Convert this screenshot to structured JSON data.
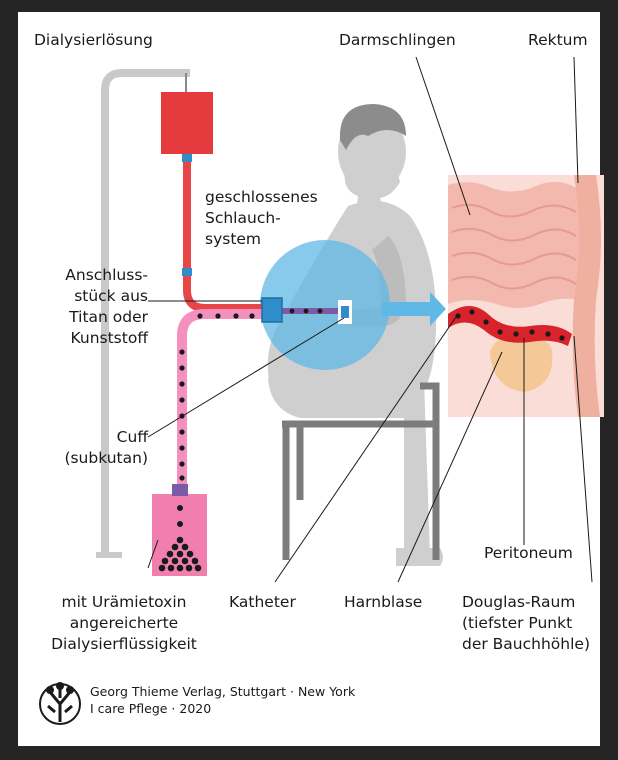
{
  "labels": {
    "dialysate": "Dialysierlösung",
    "bowel_loops": "Darmschlingen",
    "rectum": "Rektum",
    "tubing": [
      "geschlossenes",
      "Schlauch-",
      "system"
    ],
    "connector": [
      "Anschluss-",
      "stück aus",
      "Titan oder",
      "Kunststoff"
    ],
    "cuff": [
      "Cuff",
      "(subkutan)"
    ],
    "peritoneum": "Peritoneum",
    "waste_fluid": [
      "mit Urämietoxin",
      "angereicherte",
      "Dialysierflüssigkeit"
    ],
    "catheter": "Katheter",
    "bladder": "Harnblase",
    "douglas": [
      "Douglas-Raum",
      "(tiefster Punkt",
      "der Bauchhöhle)"
    ]
  },
  "credit": {
    "publisher": "Georg Thieme Verlag, Stuttgart · New York",
    "book": "I care Pflege · 2020"
  },
  "colors": {
    "dialysate_bag": "#e53a3e",
    "waste_bag": "#f07fb0",
    "clean_tube": "#e84549",
    "waste_tube": "#f390bd",
    "connector": "#2f8ec9",
    "patient": "#cfcfcf",
    "abdomen_highlight": "#5fb8e6",
    "anatomy_bg": "#f7d5cc",
    "bladder": "#f5c897"
  }
}
